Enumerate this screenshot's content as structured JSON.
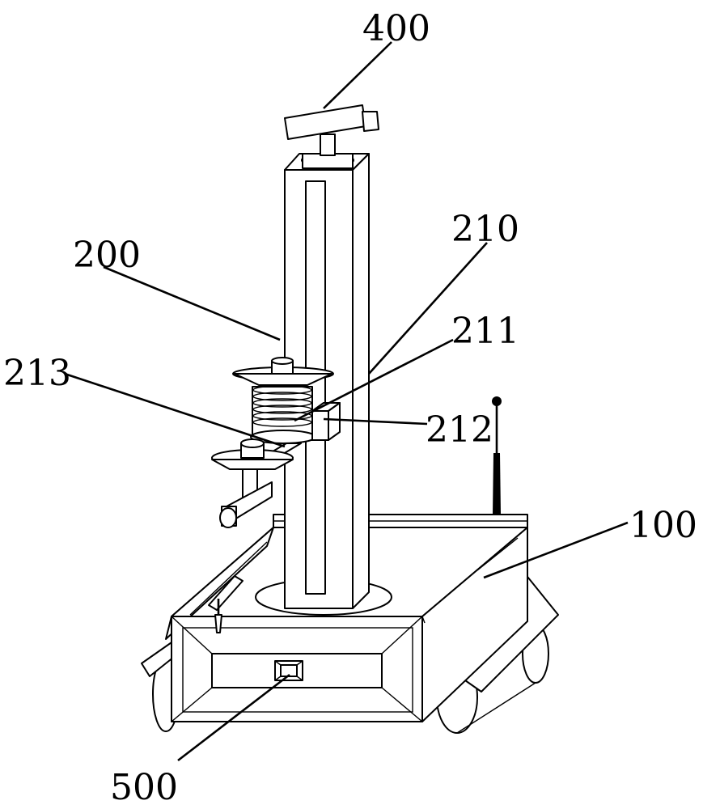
{
  "labels": {
    "l400": "400",
    "l200": "200",
    "l210": "210",
    "l211": "211",
    "l213": "213",
    "l212": "212",
    "l100": "100",
    "l500": "500"
  }
}
